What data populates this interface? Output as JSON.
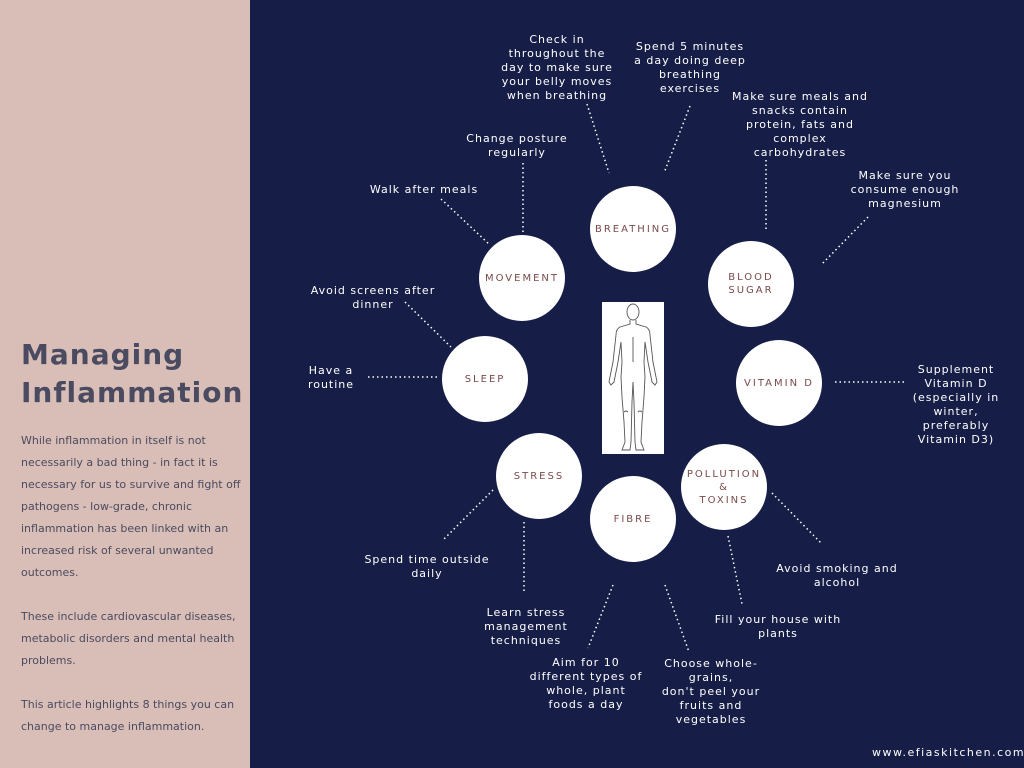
{
  "sidebar": {
    "title_line1": "Managing",
    "title_line2": "Inflammation",
    "paragraphs": [
      "While inflammation in itself is not necessarily a bad thing - in fact it is necessary for us to survive and fight off pathogens - low-grade, chronic inflammation has been linked with an increased risk of several unwanted outcomes.",
      "These include cardiovascular diseases, metabolic disorders and mental health problems.",
      "This article highlights 8 things you can change to manage inflammation."
    ]
  },
  "topics": {
    "breathing": "BREATHING",
    "movement": "MOVEMENT",
    "blood_sugar": "BLOOD\nSUGAR",
    "sleep": "SLEEP",
    "vitamin_d": "VITAMIN D",
    "stress": "STRESS",
    "pollution": "POLLUTION\n&\nTOXINS",
    "fibre": "FIBRE"
  },
  "notes": {
    "check_in": "Check in\nthroughout the\nday to make sure\nyour belly moves\nwhen breathing",
    "spend_5": "Spend 5 minutes\na day doing deep\nbreathing\nexercises",
    "meals": "Make sure meals and\nsnacks contain\nprotein, fats and\ncomplex\ncarbohydrates",
    "magnesium": "Make sure you\nconsume enough\nmagnesium",
    "posture": "Change posture\nregularly",
    "walk": "Walk after meals",
    "screens": "Avoid screens after\ndinner",
    "routine": "Have a\nroutine",
    "vitamin_d_note": "Supplement\nVitamin D\n(especially in\nwinter,\npreferably\nVitamin D3)",
    "outside": "Spend time outside\ndaily",
    "stress_tech": "Learn stress\nmanagement\ntechniques",
    "ten_types": "Aim for 10\ndifferent types of\nwhole, plant\nfoods a day",
    "wholegrains": "Choose whole-\ngrains,\ndon't peel your\nfruits and\nvegetables",
    "plants": "Fill your house with\nplants",
    "smoking": "Avoid smoking and\nalcohol"
  },
  "footer": "www.efiaskitchen.com",
  "colors": {
    "background": "#161e47",
    "sidebar": "#d9beb7",
    "circle": "#ffffff",
    "circle_text": "#7a4a4a",
    "title": "#4a4a60"
  },
  "icons": {
    "body_figure": "human-body-outline-icon"
  }
}
